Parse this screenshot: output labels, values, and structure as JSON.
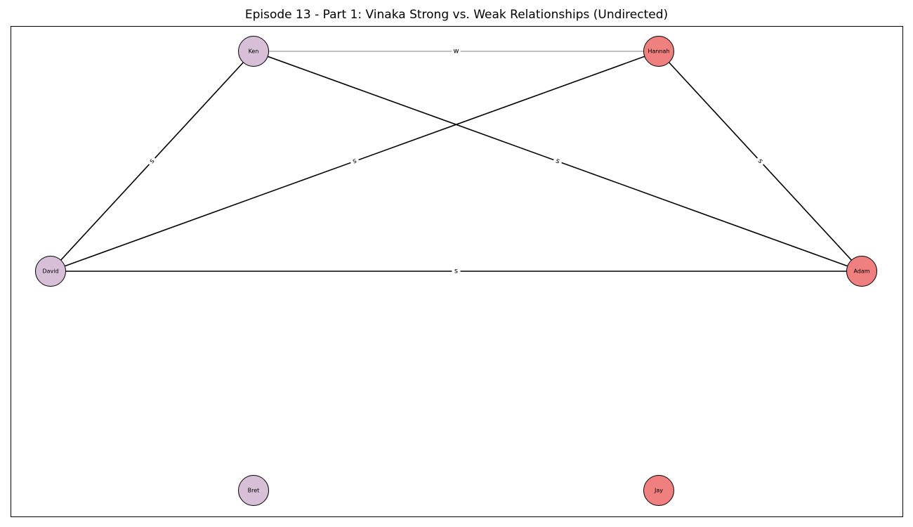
{
  "title": "Episode 13 - Part 1: Vinaka Strong vs. Weak Relationships (Undirected)",
  "colors": {
    "group_a": "#d8bfd8",
    "group_b": "#f08080",
    "strong_edge": "#000000",
    "weak_edge": "#808080"
  },
  "nodes": [
    {
      "id": "ken",
      "label": "Ken",
      "group": "a"
    },
    {
      "id": "hannah",
      "label": "Hannah",
      "group": "b"
    },
    {
      "id": "david",
      "label": "David",
      "group": "a"
    },
    {
      "id": "adam",
      "label": "Adam",
      "group": "b"
    },
    {
      "id": "bret",
      "label": "Bret",
      "group": "a"
    },
    {
      "id": "jay",
      "label": "Jay",
      "group": "b"
    }
  ],
  "edges": [
    {
      "source": "ken",
      "target": "hannah",
      "label": "w",
      "strength": "weak"
    },
    {
      "source": "ken",
      "target": "david",
      "label": "s",
      "strength": "strong"
    },
    {
      "source": "ken",
      "target": "adam",
      "label": "s",
      "strength": "strong"
    },
    {
      "source": "hannah",
      "target": "david",
      "label": "s",
      "strength": "strong"
    },
    {
      "source": "hannah",
      "target": "adam",
      "label": "s",
      "strength": "strong"
    },
    {
      "source": "david",
      "target": "adam",
      "label": "s",
      "strength": "strong"
    }
  ]
}
